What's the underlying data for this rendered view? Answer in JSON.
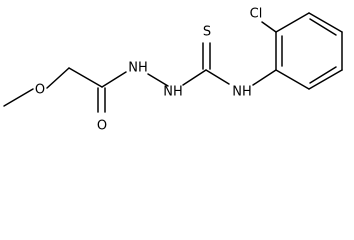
{
  "molecule": {
    "atoms": {
      "methoxy_oxygen": "O",
      "carbonyl_oxygen": "O",
      "hydrazide_nh_1": "NH",
      "hydrazide_nh_2": "NH",
      "thiocarbonyl_sulfur": "S",
      "thioamide_nh": "NH",
      "chlorine": "Cl"
    }
  }
}
